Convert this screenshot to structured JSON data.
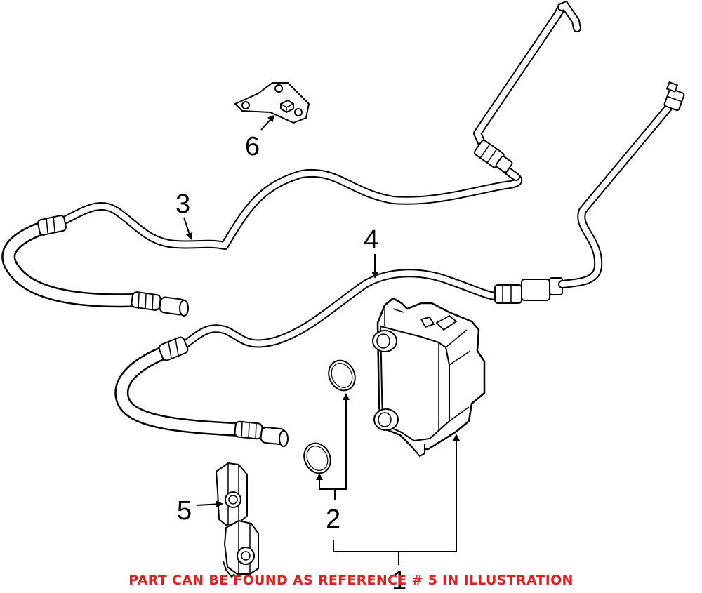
{
  "diagram": {
    "callouts": {
      "c1": "1",
      "c2": "2",
      "c3": "3",
      "c4": "4",
      "c5": "5",
      "c6": "6"
    },
    "caption": "PART CAN BE FOUND AS REFERENCE # 5 IN ILLUSTRATION",
    "colors": {
      "line": "#000000",
      "caption": "#e02020",
      "background": "#ffffff"
    }
  }
}
